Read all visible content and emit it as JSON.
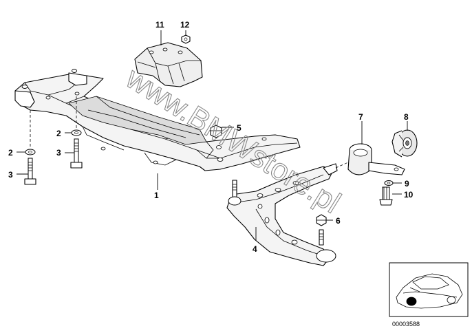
{
  "callouts": {
    "p1": "1",
    "p2a": "2",
    "p2b": "2",
    "p3a": "3",
    "p3b": "3",
    "p4": "4",
    "p5": "5",
    "p6": "6",
    "p7": "7",
    "p8": "8",
    "p9": "9",
    "p10": "10",
    "p11": "11",
    "p12": "12"
  },
  "watermark": "www.BMWstore.pl",
  "diagram_number": "00003588",
  "colors": {
    "line": "#000000",
    "watermark": "#8a8a8a",
    "background": "#ffffff"
  }
}
